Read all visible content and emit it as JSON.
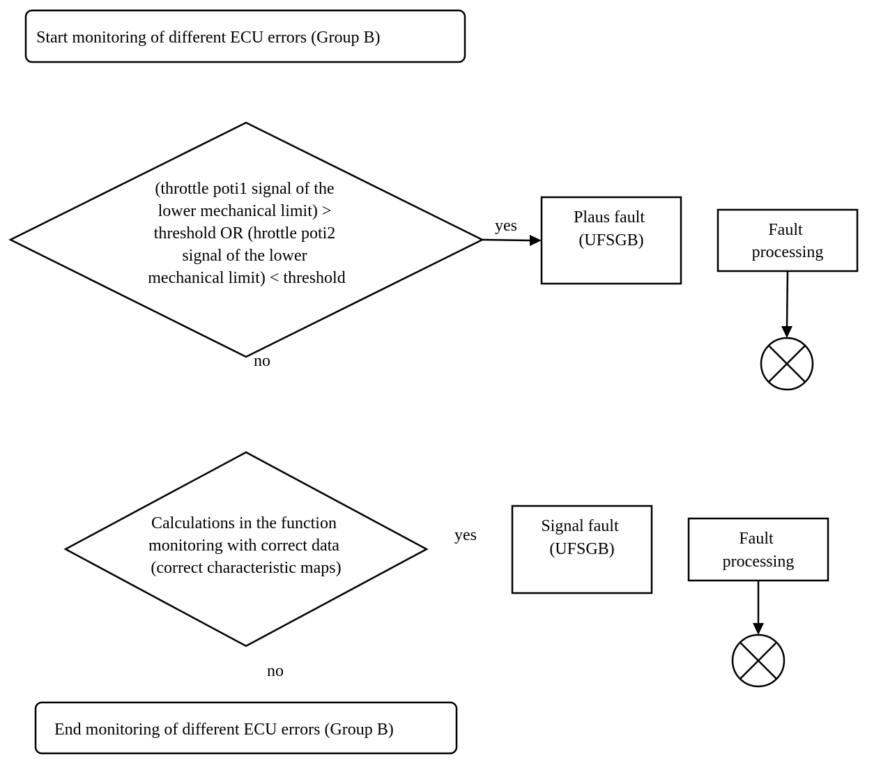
{
  "start_box": {
    "text": "Start monitoring of different ECU errors (Group B)"
  },
  "decision_1": {
    "lines": [
      "(throttle poti1 signal of the",
      "lower mechanical limit) >",
      "threshold OR (hrottle poti2",
      "signal of the lower",
      "mechanical limit) < threshold"
    ],
    "yes_label": "yes",
    "no_label": "no"
  },
  "plaus_fault": {
    "lines": [
      "Plaus fault",
      "(UFSGB)"
    ]
  },
  "fault_processing_1": {
    "lines": [
      "Fault",
      "processing"
    ]
  },
  "decision_2": {
    "lines": [
      "Calculations in the function",
      "monitoring with correct data",
      "(correct characteristic maps)"
    ],
    "yes_label": "yes",
    "no_label": "no"
  },
  "signal_fault": {
    "lines": [
      "Signal fault",
      "(UFSGB)"
    ]
  },
  "fault_processing_2": {
    "lines": [
      "Fault",
      "processing"
    ]
  },
  "end_box": {
    "text": "End monitoring of different ECU errors (Group B)"
  }
}
